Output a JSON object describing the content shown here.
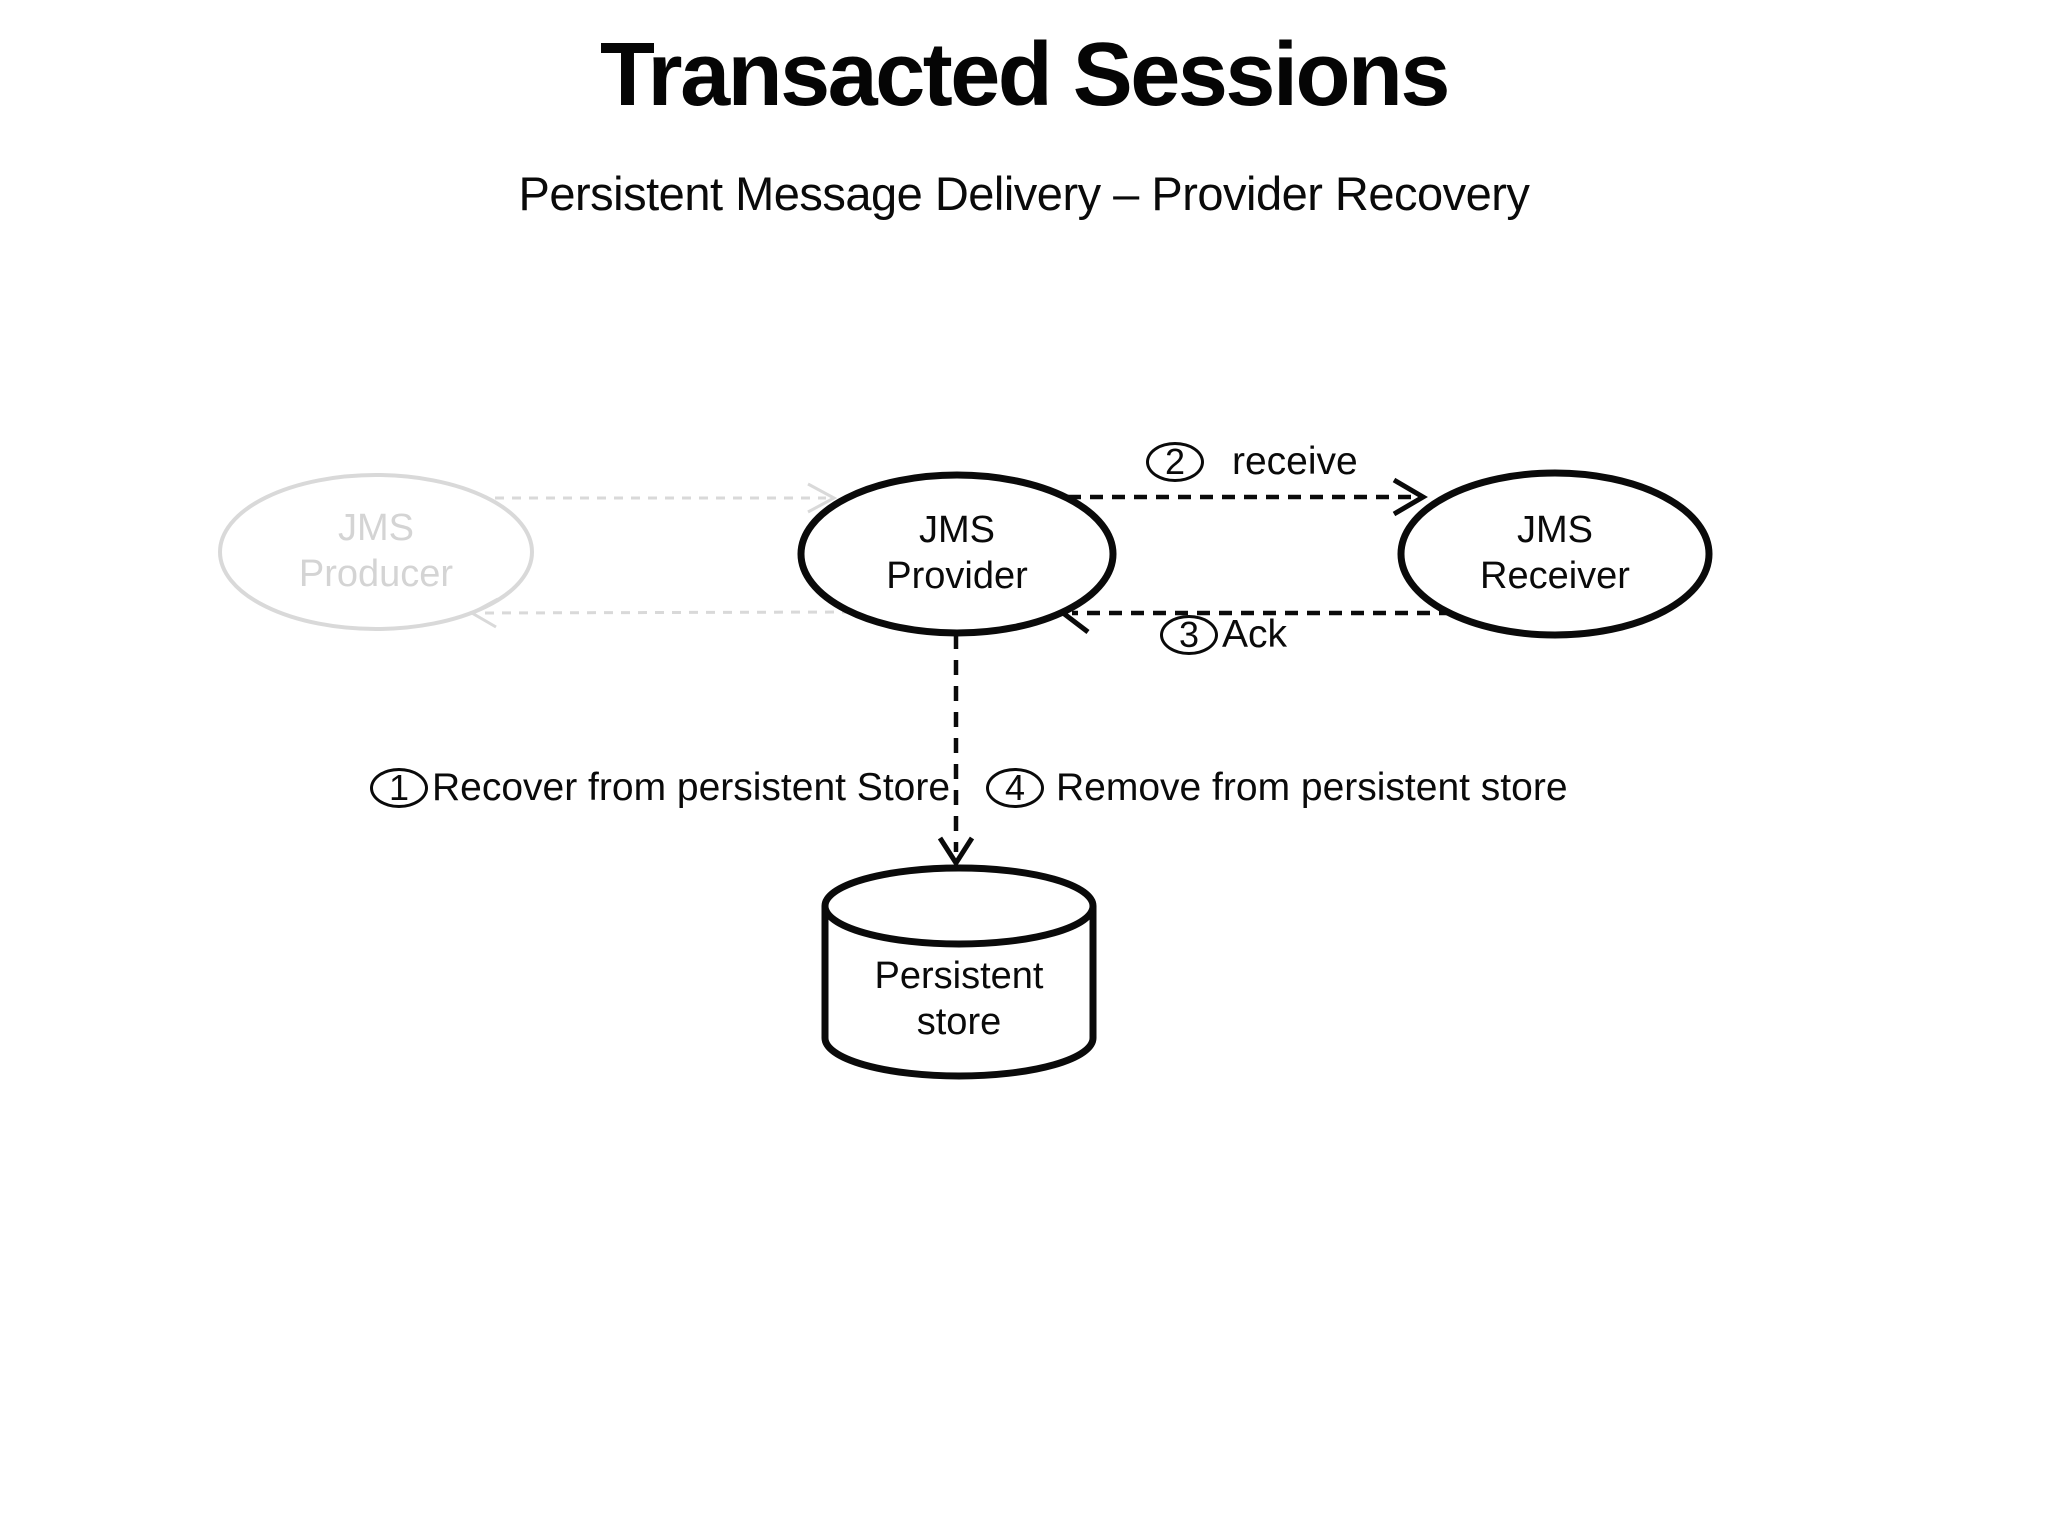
{
  "slide": {
    "title": "Transacted Sessions",
    "subtitle": "Persistent Message Delivery – Provider Recovery"
  },
  "nodes": {
    "producer": {
      "label": "JMS\nProducer",
      "state": "faded"
    },
    "provider": {
      "label": "JMS\nProvider",
      "state": "active"
    },
    "receiver": {
      "label": "JMS\nReceiver",
      "state": "active"
    },
    "store": {
      "label": "Persistent\nstore",
      "state": "active"
    }
  },
  "steps": {
    "recover": {
      "num": "1",
      "label": "Recover from persistent Store"
    },
    "receive": {
      "num": "2",
      "label": "receive"
    },
    "ack": {
      "num": "3",
      "label": "Ack"
    },
    "remove": {
      "num": "4",
      "label": "Remove from persistent store"
    }
  },
  "colors": {
    "ink": "#0a0a0a",
    "faded_gray": "#d9d9d9",
    "background": "#ffffff"
  }
}
